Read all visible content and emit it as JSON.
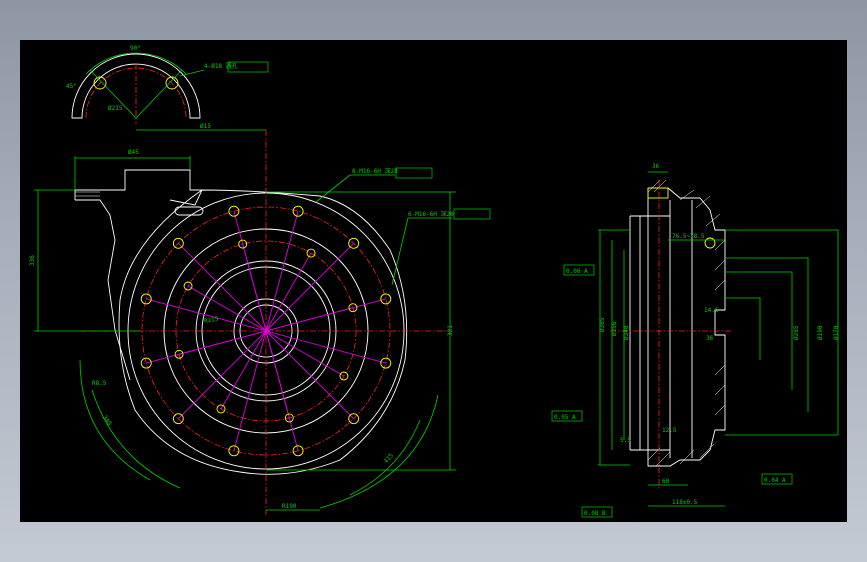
{
  "drawing": {
    "background": "#000000",
    "colors": {
      "dimension": "#00d000",
      "outline": "#ffffff",
      "centerline": "#ff2020",
      "bolt_lines": "#e000e0",
      "holes": "#ffff00"
    }
  },
  "top_detail": {
    "angle_top": "90°",
    "angle_left": "45°",
    "pcd_label": "Ø215",
    "hole_callout": "4-Ø18 通孔"
  },
  "front_view": {
    "width_dim": "Ø45",
    "height_dim": "336",
    "right_dim": "321",
    "callout_1": "8-M16-6H 深20",
    "callout_2": "6-M16-6H 深20",
    "left_angle": "R8.5",
    "bottom_dim_1": "340",
    "bottom_dim_2": "415",
    "bottom_dim_3": "R190",
    "center_label": "R215",
    "top_dim": "Ø15"
  },
  "side_view": {
    "top_dim": "36",
    "dim_a": "76.5~78.5",
    "dim_b": "Ø385",
    "dim_c": "Ø356",
    "dim_d": "Ø340",
    "dim_e": "Ø285",
    "dim_f": "Ø190",
    "dim_g": "Ø170",
    "dim_h": "14.6",
    "dim_i": "36",
    "dim_j": "12.5",
    "dim_k": "5.5",
    "dim_l": "60",
    "bottom_dim": "118±0.5",
    "tol_1": "0.06 A",
    "tol_2": "0.05 A",
    "tol_3": "0.04 A",
    "tol_4": "0.08 B"
  }
}
